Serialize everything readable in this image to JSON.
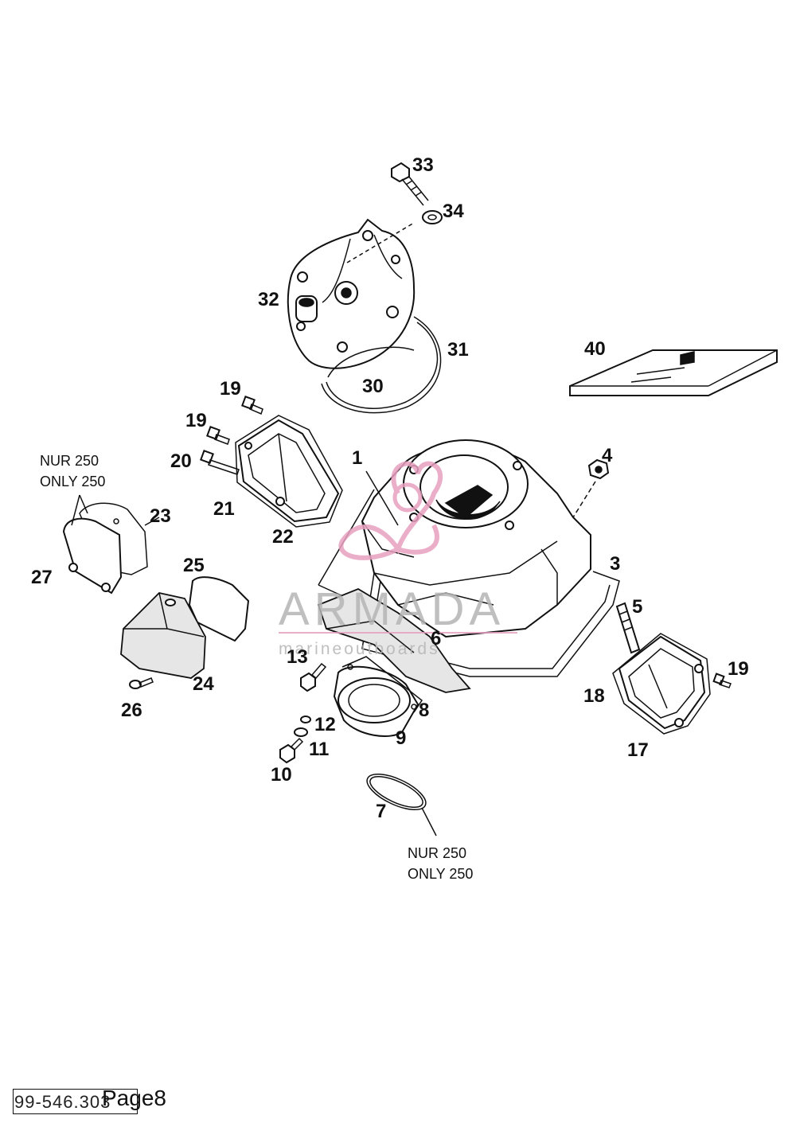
{
  "callouts": [
    {
      "id": "33",
      "label": "33"
    },
    {
      "id": "34",
      "label": "34"
    },
    {
      "id": "32",
      "label": "32"
    },
    {
      "id": "31",
      "label": "31"
    },
    {
      "id": "30",
      "label": "30"
    },
    {
      "id": "40",
      "label": "40"
    },
    {
      "id": "19a",
      "label": "19"
    },
    {
      "id": "19b",
      "label": "19"
    },
    {
      "id": "20",
      "label": "20"
    },
    {
      "id": "21",
      "label": "21"
    },
    {
      "id": "22",
      "label": "22"
    },
    {
      "id": "1",
      "label": "1"
    },
    {
      "id": "4",
      "label": "4"
    },
    {
      "id": "23",
      "label": "23"
    },
    {
      "id": "27",
      "label": "27"
    },
    {
      "id": "25",
      "label": "25"
    },
    {
      "id": "3",
      "label": "3"
    },
    {
      "id": "5",
      "label": "5"
    },
    {
      "id": "6",
      "label": "6"
    },
    {
      "id": "13",
      "label": "13"
    },
    {
      "id": "24",
      "label": "24"
    },
    {
      "id": "26",
      "label": "26"
    },
    {
      "id": "19c",
      "label": "19"
    },
    {
      "id": "18",
      "label": "18"
    },
    {
      "id": "8",
      "label": "8"
    },
    {
      "id": "12",
      "label": "12"
    },
    {
      "id": "11",
      "label": "11"
    },
    {
      "id": "9",
      "label": "9"
    },
    {
      "id": "17",
      "label": "17"
    },
    {
      "id": "10",
      "label": "10"
    },
    {
      "id": "7",
      "label": "7"
    }
  ],
  "notes": {
    "left": {
      "line1": "NUR 250",
      "line2": "ONLY 250"
    },
    "bottom": {
      "line1": "NUR 250",
      "line2": "ONLY 250"
    }
  },
  "watermark": {
    "brand": "ARMADA",
    "tagline": "marineoutboards",
    "color": "#e8a0c0"
  },
  "footer": {
    "code": "99-546.303",
    "page": "Page8"
  }
}
